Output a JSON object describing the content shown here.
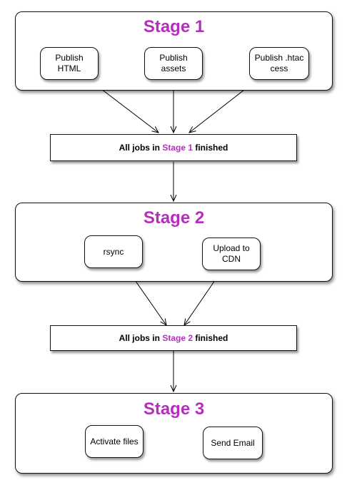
{
  "colors": {
    "accent": "#b52fbe",
    "border": "#111111",
    "background": "#ffffff"
  },
  "stages": [
    {
      "title": "Stage 1",
      "jobs": [
        {
          "label": "Publish HTML"
        },
        {
          "label": "Publish assets"
        },
        {
          "label": "Publish .htac cess"
        }
      ]
    },
    {
      "title": "Stage 2",
      "jobs": [
        {
          "label": "rsync"
        },
        {
          "label": "Upload to CDN"
        }
      ]
    },
    {
      "title": "Stage 3",
      "jobs": [
        {
          "label": "Activate files"
        },
        {
          "label": "Send Email"
        }
      ]
    }
  ],
  "gates": [
    {
      "prefix": "All jobs in ",
      "stage": "Stage 1",
      "suffix": " finished"
    },
    {
      "prefix": "All jobs in ",
      "stage": "Stage 2",
      "suffix": " finished"
    }
  ]
}
